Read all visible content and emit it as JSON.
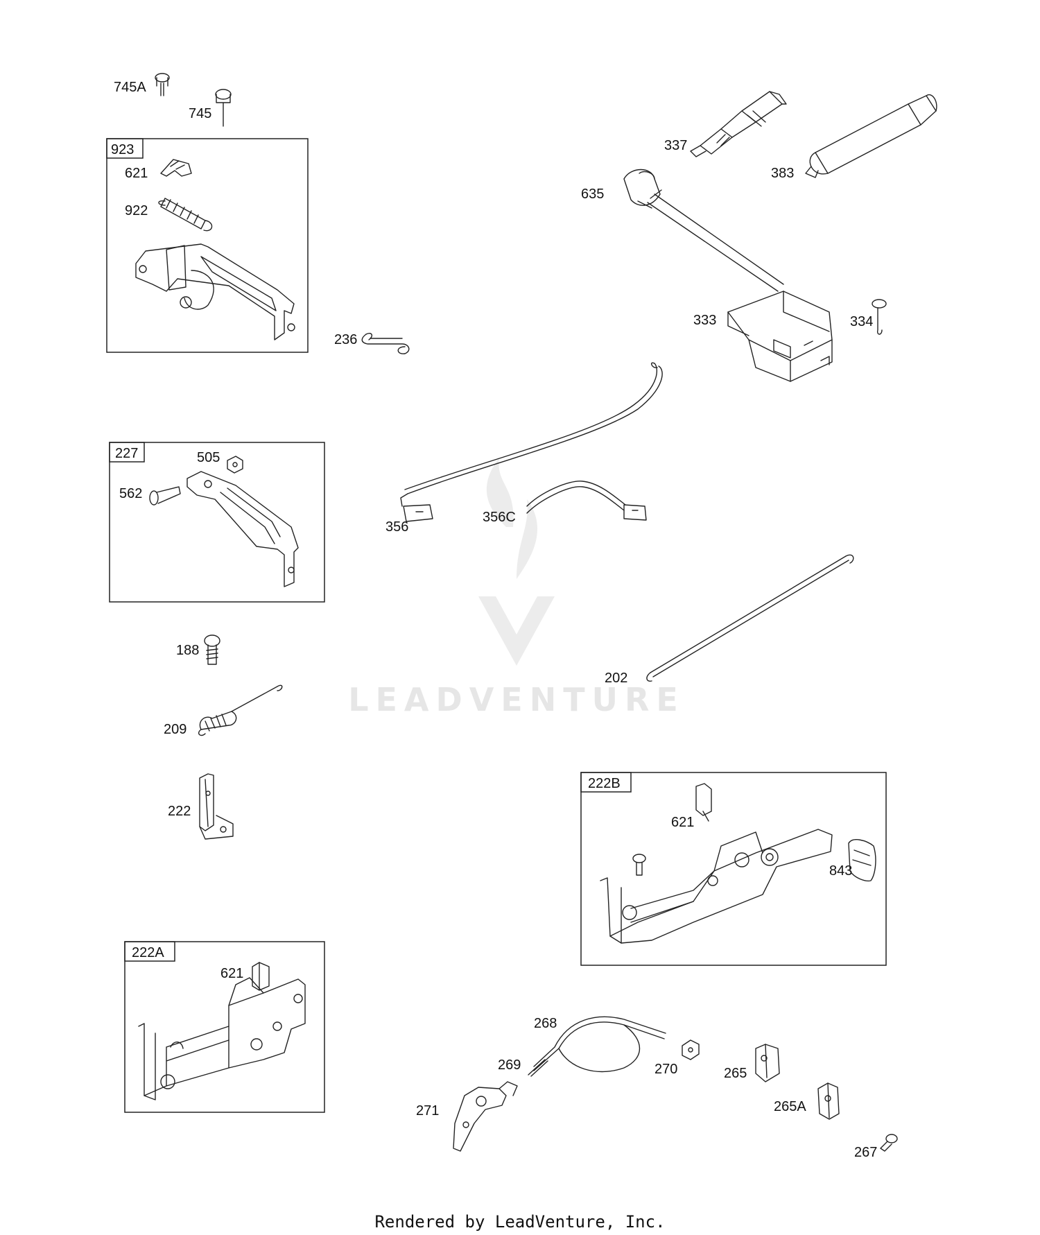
{
  "diagram": {
    "callouts": {
      "c745A": "745A",
      "c745": "745",
      "c337": "337",
      "c383": "383",
      "c635": "635",
      "c333": "333",
      "c334": "334",
      "c236": "236",
      "c356": "356",
      "c356C": "356C",
      "c202": "202",
      "c188": "188",
      "c209": "209",
      "c222": "222",
      "c268": "268",
      "c269": "269",
      "c270": "270",
      "c265": "265",
      "c265A": "265A",
      "c271": "271",
      "c267": "267"
    },
    "boxes": {
      "box923": {
        "title": "923",
        "parts": [
          "621",
          "922"
        ]
      },
      "box227": {
        "title": "227",
        "parts": [
          "505",
          "562"
        ]
      },
      "box222B": {
        "title": "222B",
        "parts": [
          "621",
          "843"
        ]
      },
      "box222A": {
        "title": "222A",
        "parts": [
          "621"
        ]
      }
    }
  },
  "watermark": "LEADVENTURE",
  "footer": {
    "credit": "Rendered by LeadVenture, Inc."
  }
}
